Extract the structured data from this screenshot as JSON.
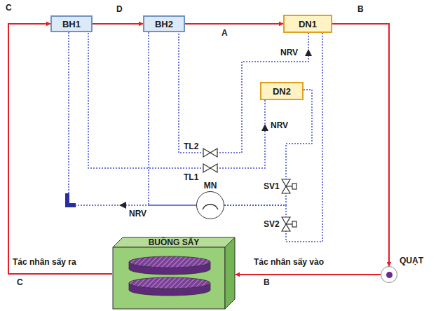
{
  "diagram": {
    "nodes": [
      {
        "text": [
          "BH1"
        ]
      },
      {
        "text": [
          "BH2"
        ]
      },
      {
        "text": [
          "DN1"
        ]
      },
      {
        "text": [
          "DN2"
        ]
      },
      {
        "text": [
          "MN"
        ]
      },
      {
        "text": [
          "BUỒNG SẤY"
        ]
      },
      {
        "text": [
          "QUẠT"
        ]
      }
    ],
    "edges": [
      {
        "from": 5,
        "to": 0,
        "arrow": "to"
      },
      {
        "from": 0,
        "to": 1,
        "arrow": "to"
      },
      {
        "from": 1,
        "to": 2,
        "arrow": "to"
      },
      {
        "from": 2,
        "to": 6,
        "arrow": "to"
      },
      {
        "from": 6,
        "to": 5,
        "arrow": "to"
      },
      {
        "from": 4,
        "to": 3,
        "arrow": "none"
      },
      {
        "from": 4,
        "to": 2,
        "arrow": "none"
      },
      {
        "from": 2,
        "to": 1,
        "arrow": "none"
      },
      {
        "from": 3,
        "to": 0,
        "arrow": "none"
      },
      {
        "from": 0,
        "to": 4,
        "arrow": "none"
      },
      {
        "from": 1,
        "to": 4,
        "arrow": "none"
      }
    ],
    "labels": [
      "C",
      "D",
      "A",
      "B",
      "NRV",
      "TL2",
      "TL1",
      "NRV",
      "SV1",
      "SV2",
      "NRV",
      "Tác nhân sấy ra",
      "C",
      "Tác nhân sấy vào",
      "B"
    ]
  }
}
